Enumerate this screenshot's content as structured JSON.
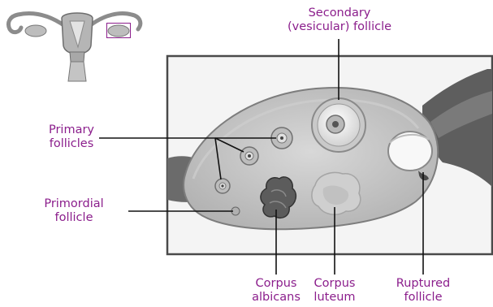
{
  "colors": {
    "label": "#8b1e8c",
    "leader": "#111111",
    "tissue": "#c9c9c9",
    "tissue_dark": "#9a9a9a",
    "panel_bg": "#f4f4f4",
    "panel_border": "#555555",
    "highlight_box": "#8b1e8c"
  },
  "labels": {
    "secondary": {
      "line1": "Secondary",
      "line2": "(vesicular) follicle"
    },
    "primary": {
      "line1": "Primary",
      "line2": "follicles"
    },
    "primordial": {
      "line1": "Primordial",
      "line2": "follicle"
    },
    "corpus_albicans": {
      "line1": "Corpus",
      "line2": "albicans"
    },
    "corpus_luteum": {
      "line1": "Corpus",
      "line2": "luteum"
    },
    "ruptured": {
      "line1": "Ruptured",
      "line2": "follicle"
    }
  },
  "icons": {
    "thumbnail": "uterus-ovaries-thumbnail-icon",
    "highlight": "ovary-highlight-box-icon"
  }
}
